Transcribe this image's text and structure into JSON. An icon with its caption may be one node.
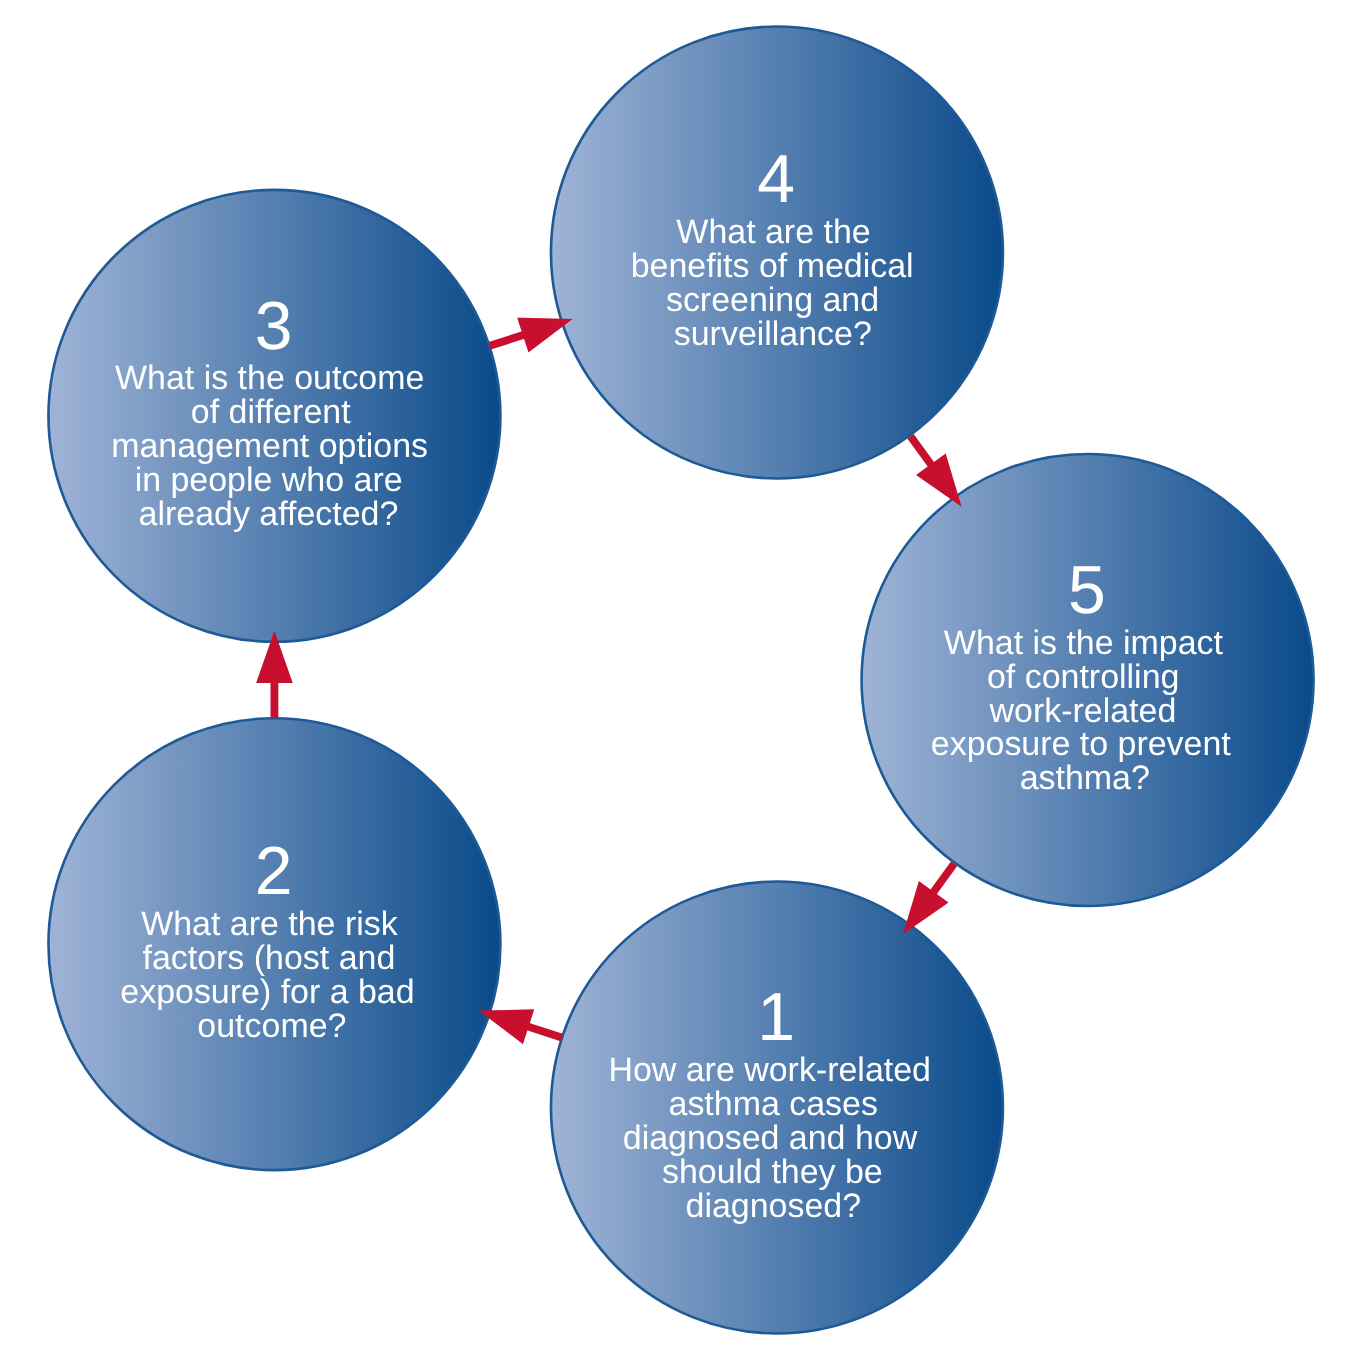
{
  "diagram": {
    "nodes": [
      {
        "text": [
          "1",
          "How are work-related asthma cases diagnosed and how should they be diagnosed?"
        ]
      },
      {
        "text": [
          "2",
          "What are the risk factors (host and exposure) for a bad outcome?"
        ]
      },
      {
        "text": [
          "3",
          "What is the outcome of different management options in people who are already affected?"
        ]
      },
      {
        "text": [
          "4",
          "What are the benefits of medical screening and surveillance?"
        ]
      },
      {
        "text": [
          "5",
          "What is the impact of controlling work-related exposure to prevent asthma?"
        ]
      }
    ],
    "edges": [
      {
        "from": 0,
        "to": 1,
        "arrow": "to"
      },
      {
        "from": 1,
        "to": 2,
        "arrow": "to"
      },
      {
        "from": 2,
        "to": 3,
        "arrow": "to"
      },
      {
        "from": 3,
        "to": 4,
        "arrow": "to"
      },
      {
        "from": 4,
        "to": 0,
        "arrow": "to"
      }
    ]
  }
}
